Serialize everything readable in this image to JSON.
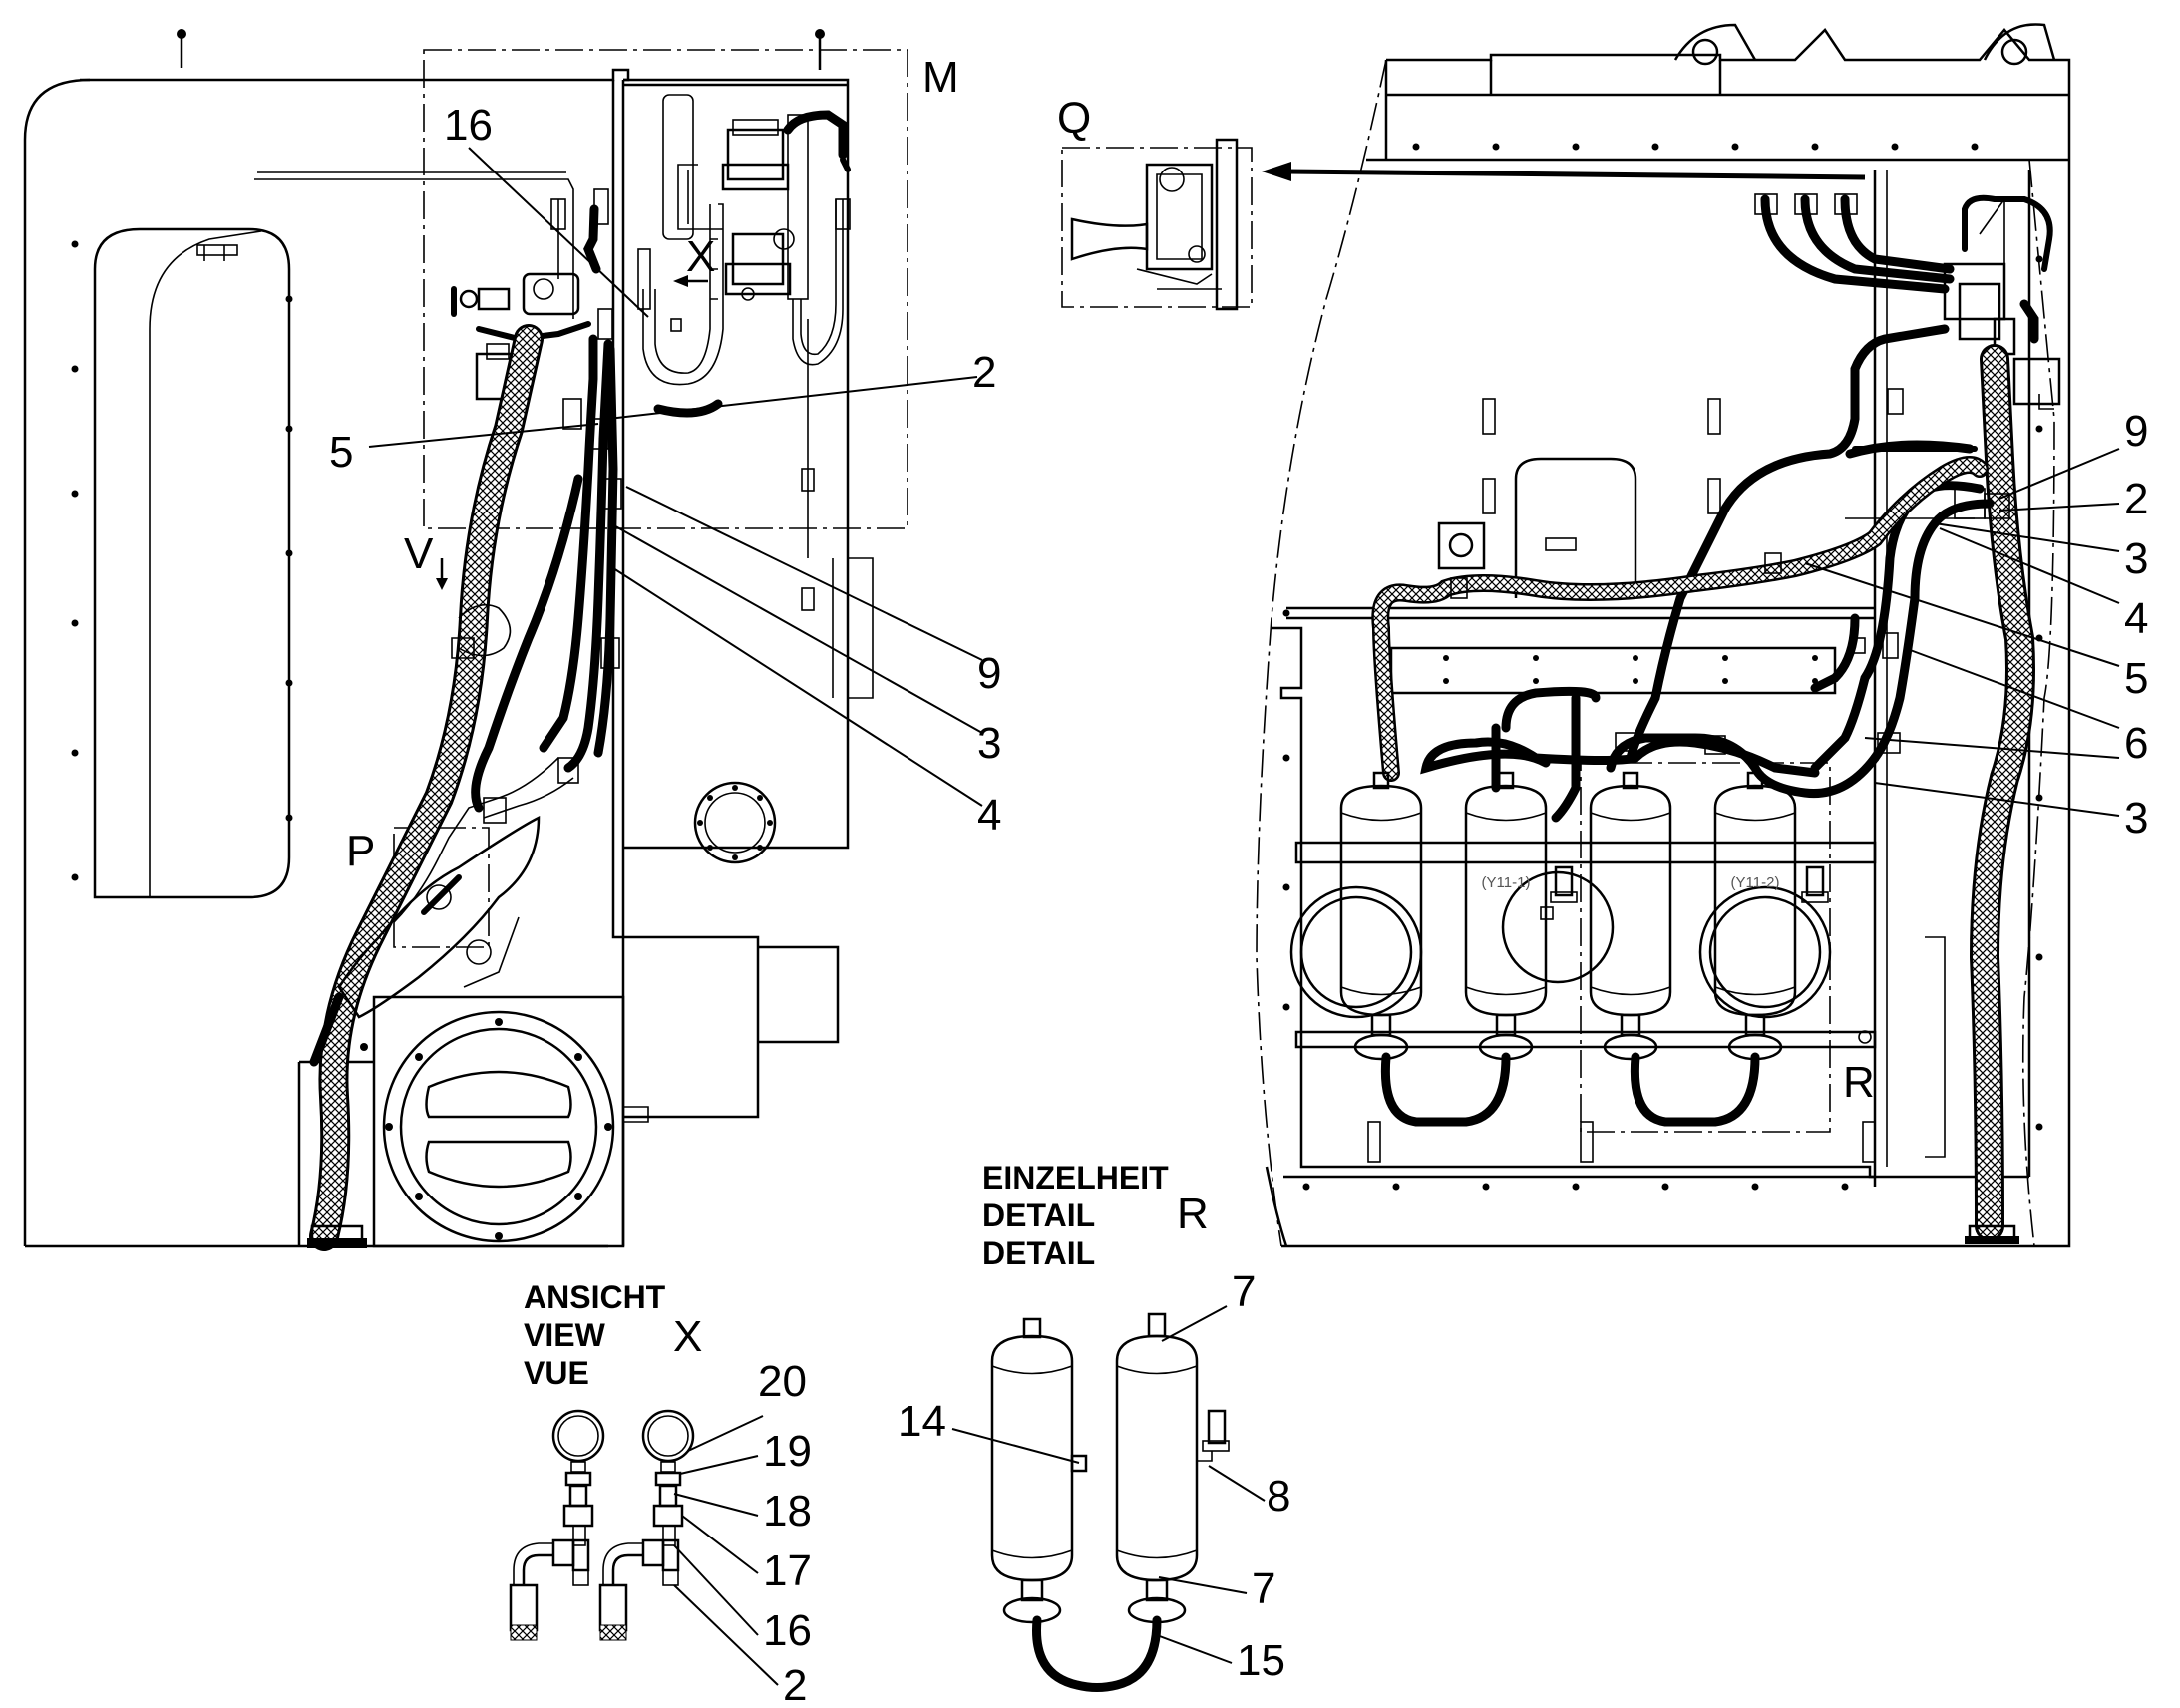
{
  "callouts": [
    {
      "id": "c16a",
      "text": "16"
    },
    {
      "id": "cM",
      "text": "M"
    },
    {
      "id": "cX",
      "text": "X"
    },
    {
      "id": "c2a",
      "text": "2"
    },
    {
      "id": "c5a",
      "text": "5"
    },
    {
      "id": "cV",
      "text": "V"
    },
    {
      "id": "c9a",
      "text": "9"
    },
    {
      "id": "c3a",
      "text": "3"
    },
    {
      "id": "c4a",
      "text": "4"
    },
    {
      "id": "cP",
      "text": "P"
    },
    {
      "id": "cQ",
      "text": "Q"
    },
    {
      "id": "c9b",
      "text": "9"
    },
    {
      "id": "c2b",
      "text": "2"
    },
    {
      "id": "c3b",
      "text": "3"
    },
    {
      "id": "c4b",
      "text": "4"
    },
    {
      "id": "c5b",
      "text": "5"
    },
    {
      "id": "c6",
      "text": "6"
    },
    {
      "id": "c3c",
      "text": "3"
    },
    {
      "id": "cR",
      "text": "R"
    },
    {
      "id": "c7a",
      "text": "7"
    },
    {
      "id": "c14",
      "text": "14"
    },
    {
      "id": "c8",
      "text": "8"
    },
    {
      "id": "c7b",
      "text": "7"
    },
    {
      "id": "c15",
      "text": "15"
    },
    {
      "id": "c20",
      "text": "20"
    },
    {
      "id": "c19",
      "text": "19"
    },
    {
      "id": "c18",
      "text": "18"
    },
    {
      "id": "c17",
      "text": "17"
    },
    {
      "id": "c16b",
      "text": "16"
    },
    {
      "id": "c2c",
      "text": "2"
    }
  ],
  "component_labels": {
    "y11_1": "(Y11-1)",
    "y11_2": "(Y11-2)"
  },
  "detail_r": {
    "line1": "EINZELHEIT",
    "line2": "DETAIL",
    "line3": "DETAIL",
    "letter": "R"
  },
  "view_x": {
    "line1": "ANSICHT",
    "line2": "VIEW",
    "line3": "VUE",
    "letter": "X"
  }
}
